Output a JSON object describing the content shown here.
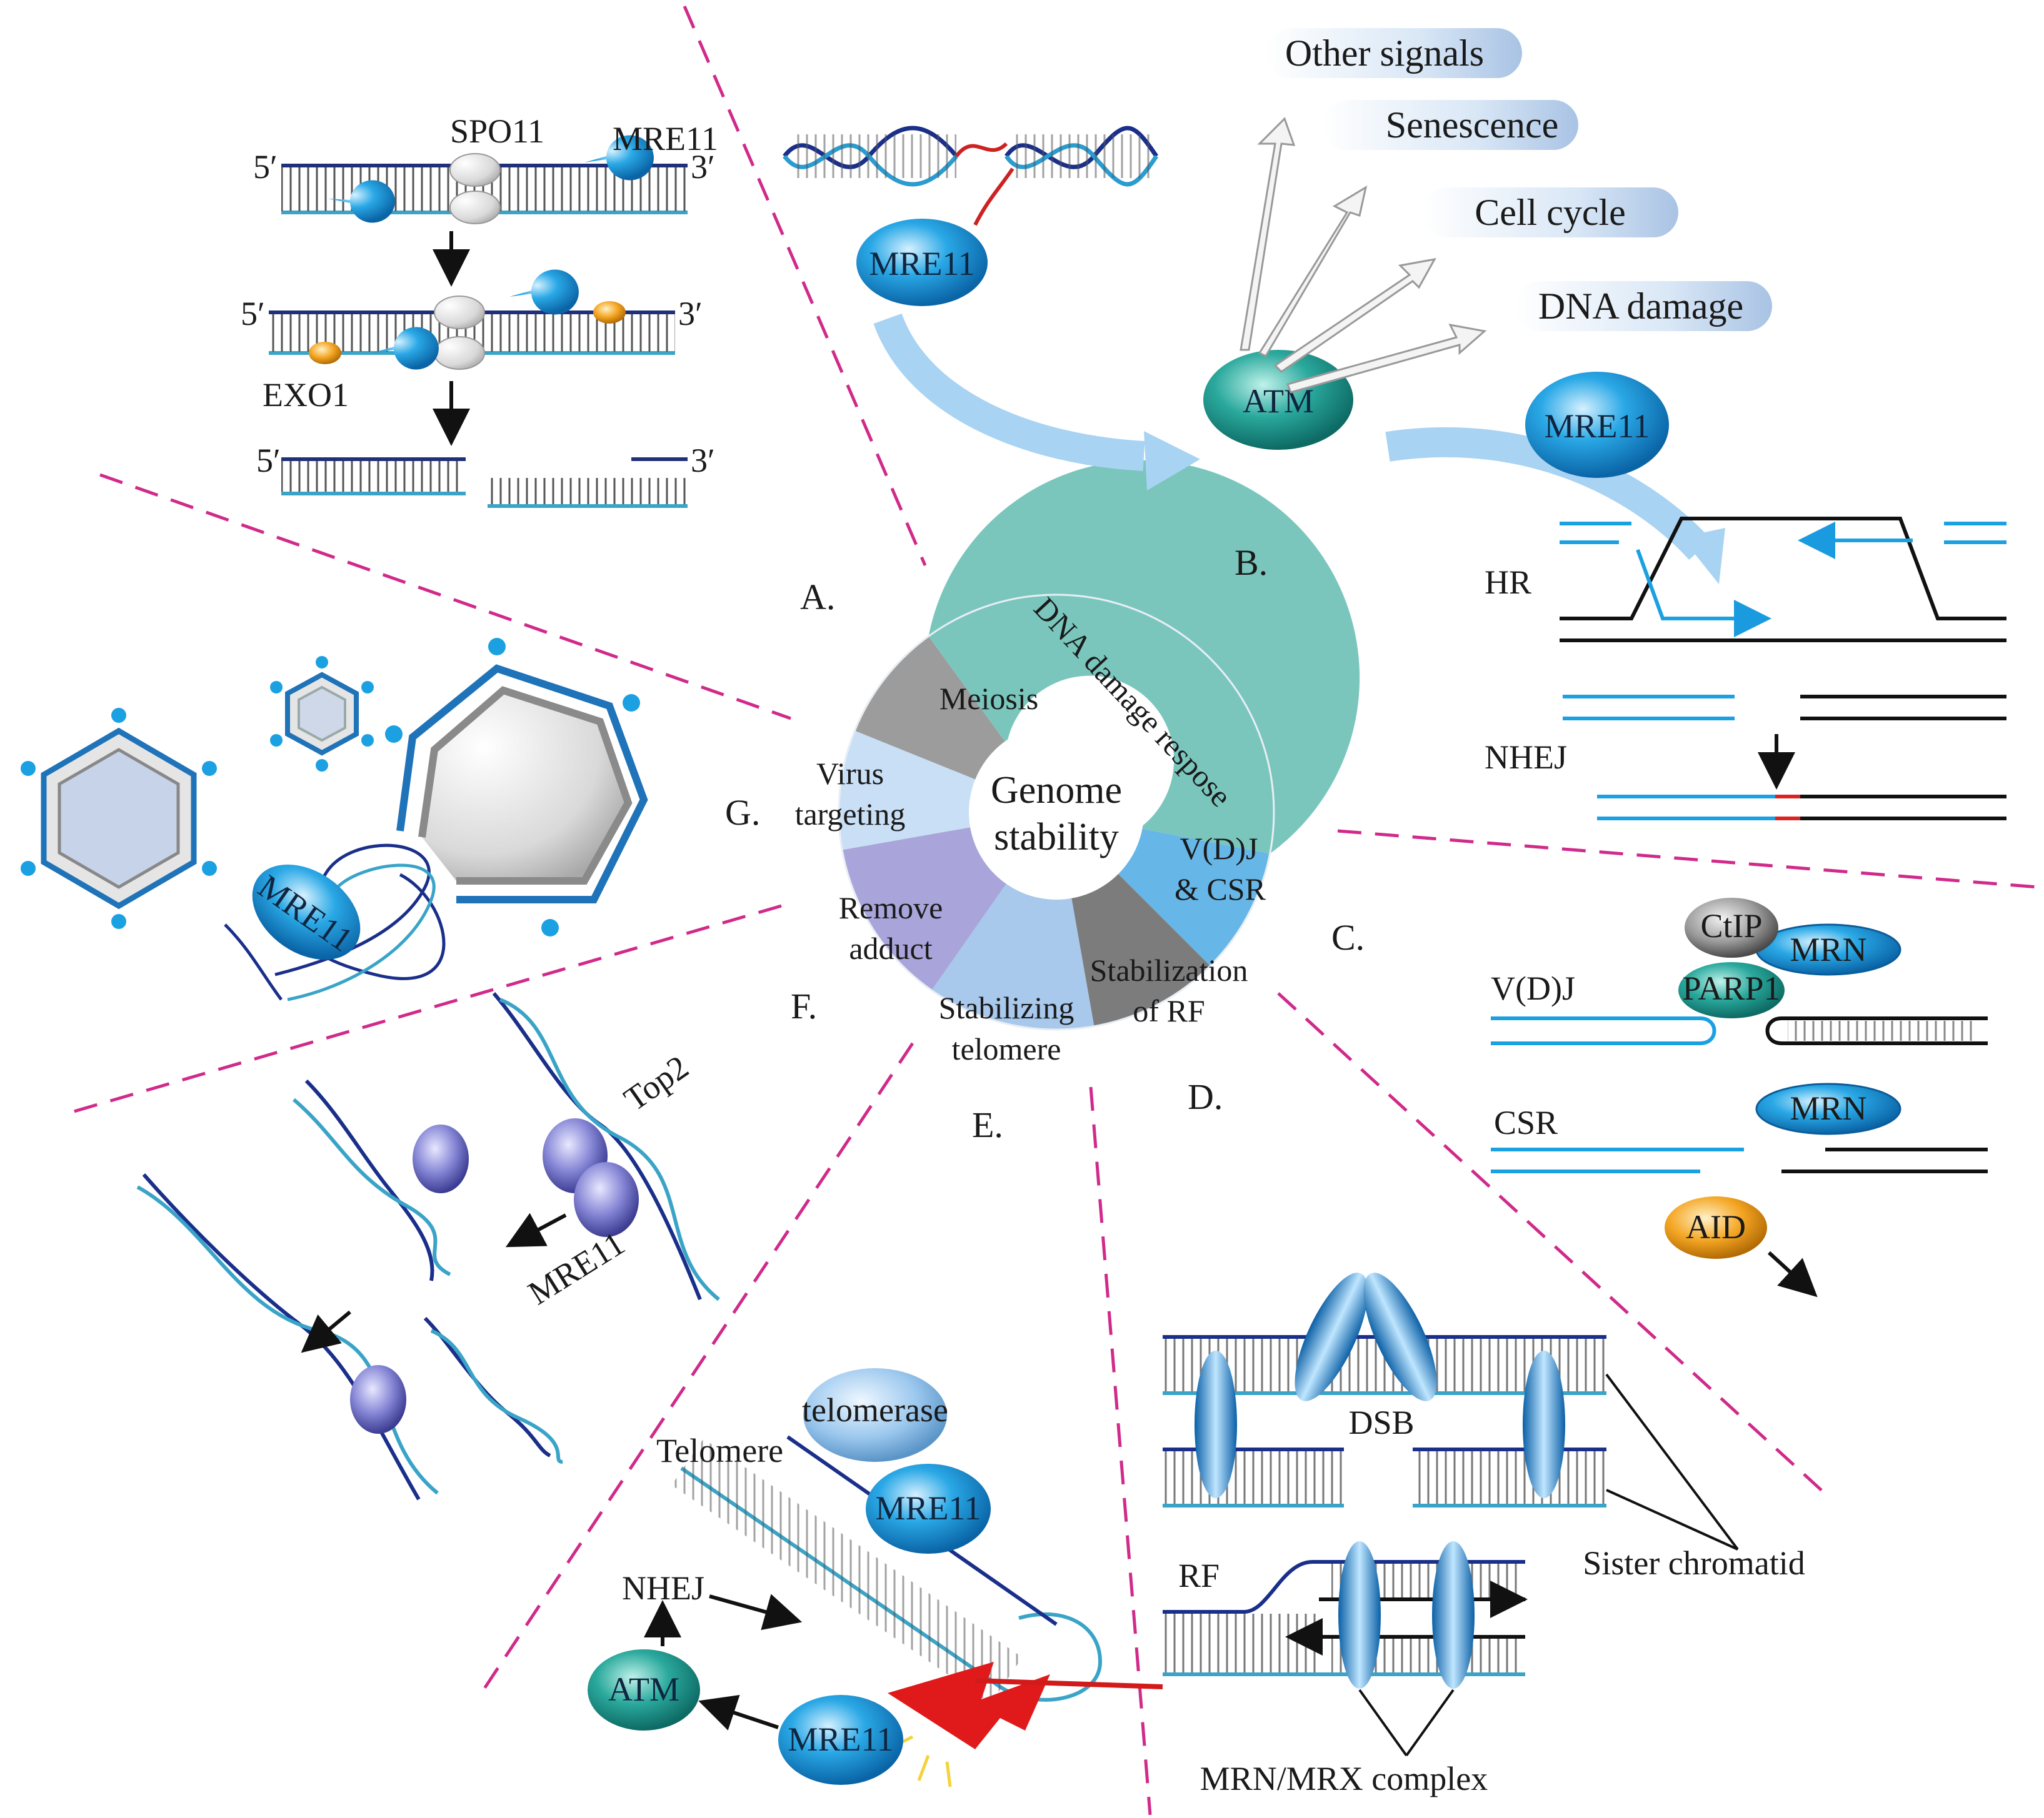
{
  "center": {
    "line1": "Genome",
    "line2": "stability"
  },
  "wheel": {
    "meiosis": "Meiosis",
    "ddr": "DNA damage respose",
    "vdj1": "V(D)J",
    "vdj2": "& CSR",
    "rf1": "Stabilization",
    "rf2": "of RF",
    "telo1": "Stabilizing",
    "telo2": "telomere",
    "adduct1": "Remove",
    "adduct2": "adduct",
    "virus1": "Virus",
    "virus2": "targeting"
  },
  "sections": {
    "a": "A.",
    "b": "B.",
    "c": "C.",
    "d": "D.",
    "e": "E.",
    "f": "F.",
    "g": "G."
  },
  "meiosis_panel": {
    "spo11": "SPO11",
    "mre11": "MRE11",
    "exo1": "EXO1",
    "five": "5′",
    "three": "3′"
  },
  "ddr_panel": {
    "signals": [
      "Other signals",
      "Senescence",
      "Cell cycle",
      "DNA damage"
    ],
    "mre11": "MRE11",
    "atm": "ATM",
    "hr": "HR",
    "nhej": "NHEJ"
  },
  "vdj_panel": {
    "ctip": "CtIP",
    "mrn": "MRN",
    "parp1": "PARP1",
    "vdj": "V(D)J",
    "csr": "CSR",
    "aid": "AID"
  },
  "rf_panel": {
    "dsb": "DSB",
    "sister": "Sister chromatid",
    "rf": "RF",
    "complex": "MRN/MRX complex"
  },
  "telomere_panel": {
    "telomerase": "telomerase",
    "telomere": "Telomere",
    "mre11": "MRE11",
    "nhej": "NHEJ",
    "atm": "ATM"
  },
  "adduct_panel": {
    "top2": "Top2",
    "mre11": "MRE11"
  },
  "virus_panel": {
    "mre11": "MRE11"
  }
}
